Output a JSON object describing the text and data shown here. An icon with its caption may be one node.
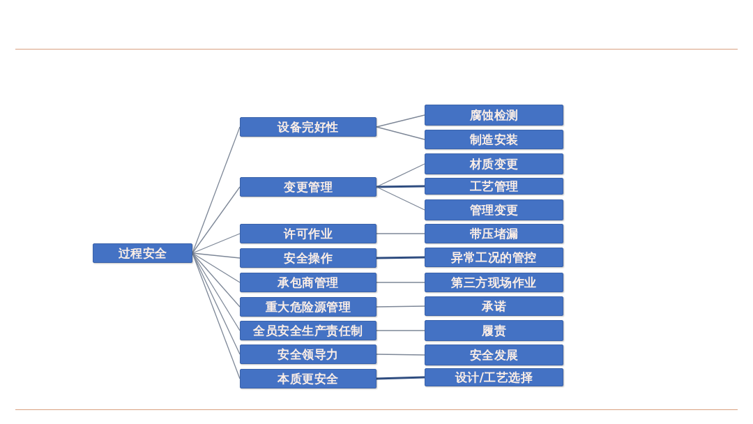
{
  "diagram": {
    "nodes": [
      {
        "text": [
          "过程安全"
        ]
      },
      {
        "text": [
          "设备完好性"
        ]
      },
      {
        "text": [
          "变更管理"
        ]
      },
      {
        "text": [
          "许可作业"
        ]
      },
      {
        "text": [
          "安全操作"
        ]
      },
      {
        "text": [
          "承包商管理"
        ]
      },
      {
        "text": [
          "重大危险源管理"
        ]
      },
      {
        "text": [
          "全员安全生产责任制"
        ]
      },
      {
        "text": [
          "安全领导力"
        ]
      },
      {
        "text": [
          "本质更安全"
        ]
      },
      {
        "text": [
          "腐蚀检测"
        ]
      },
      {
        "text": [
          "制造安装"
        ]
      },
      {
        "text": [
          "材质变更"
        ]
      },
      {
        "text": [
          "工艺管理"
        ]
      },
      {
        "text": [
          "管理变更"
        ]
      },
      {
        "text": [
          "带压堵漏"
        ]
      },
      {
        "text": [
          "异常工况的管控"
        ]
      },
      {
        "text": [
          "第三方现场作业"
        ]
      },
      {
        "text": [
          "承诺"
        ]
      },
      {
        "text": [
          "履责"
        ]
      },
      {
        "text": [
          "安全发展"
        ]
      },
      {
        "text": [
          "设计/工艺选择"
        ]
      }
    ],
    "edges": [
      {
        "from": 0,
        "to": 1,
        "arrow": "none"
      },
      {
        "from": 0,
        "to": 2,
        "arrow": "none"
      },
      {
        "from": 0,
        "to": 3,
        "arrow": "none"
      },
      {
        "from": 0,
        "to": 4,
        "arrow": "none"
      },
      {
        "from": 0,
        "to": 5,
        "arrow": "none"
      },
      {
        "from": 0,
        "to": 6,
        "arrow": "none"
      },
      {
        "from": 0,
        "to": 7,
        "arrow": "none"
      },
      {
        "from": 0,
        "to": 8,
        "arrow": "none"
      },
      {
        "from": 0,
        "to": 9,
        "arrow": "none"
      },
      {
        "from": 1,
        "to": 10,
        "arrow": "none"
      },
      {
        "from": 1,
        "to": 11,
        "arrow": "none"
      },
      {
        "from": 2,
        "to": 12,
        "arrow": "none"
      },
      {
        "from": 2,
        "to": 13,
        "arrow": "none",
        "style": "thick",
        "color": "#2f4d80"
      },
      {
        "from": 2,
        "to": 14,
        "arrow": "none"
      },
      {
        "from": 3,
        "to": 15,
        "arrow": "none"
      },
      {
        "from": 4,
        "to": 16,
        "arrow": "none",
        "style": "thick",
        "color": "#2f4d80"
      },
      {
        "from": 5,
        "to": 17,
        "arrow": "none"
      },
      {
        "from": 6,
        "to": 18,
        "arrow": "none"
      },
      {
        "from": 7,
        "to": 19,
        "arrow": "none"
      },
      {
        "from": 8,
        "to": 20,
        "arrow": "none"
      },
      {
        "from": 9,
        "to": 21,
        "arrow": "none",
        "style": "thick",
        "color": "#2f4d80"
      }
    ]
  }
}
